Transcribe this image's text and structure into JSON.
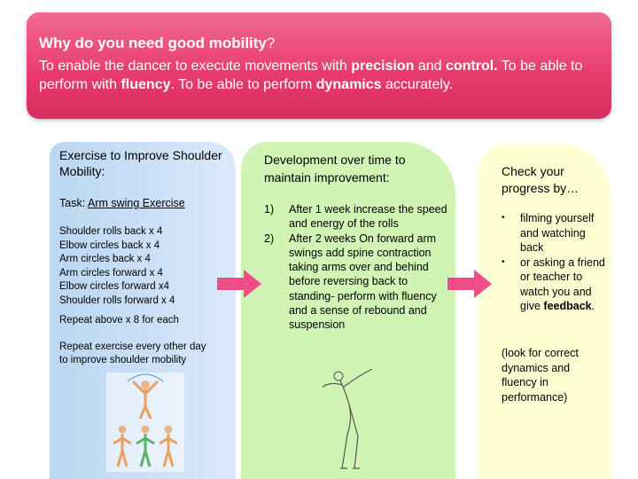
{
  "header": {
    "question_bold": "Why do you need good mobility",
    "question_mark": "?",
    "ans_1": "To enable the dancer to execute movements with ",
    "ans_precision": "precision",
    "ans_2": " and ",
    "ans_control": "control.",
    "ans_3": "  To be able to perform with ",
    "ans_fluency": "fluency",
    "ans_4": ".  To be able to perform ",
    "ans_dynamics": "dynamics",
    "ans_5": " accurately."
  },
  "exercise": {
    "title": "Exercise to Improve Shoulder Mobility:",
    "task_label": "Task: ",
    "task_name": "Arm swing Exercise",
    "items": [
      "Shoulder rolls back x 4",
      "Elbow circles back x 4",
      "Arm circles back x 4",
      "Arm circles forward x 4",
      "Elbow circles forward x4",
      "Shoulder rolls forward x 4"
    ],
    "repeat": "Repeat above x 8 for each",
    "repeat_every": "Repeat exercise every other day to improve shoulder mobility"
  },
  "development": {
    "title": "Development over time to maintain improvement:",
    "items": [
      {
        "num": "1)",
        "text": "After 1 week increase the speed and energy of the rolls"
      },
      {
        "num": "2)",
        "text": "After 2 weeks On forward arm swings add spine contraction taking arms over and behind before reversing back to standing- perform with fluency and a sense of rebound and suspension"
      }
    ]
  },
  "progress": {
    "title": "Check your progress by…",
    "bullet": "•",
    "item_1": "filming yourself and watching back",
    "item_2_a": "or asking a friend or teacher to watch you and give ",
    "item_2_b": "feedback",
    "item_2_c": ".",
    "note": "(look for correct dynamics and fluency in performance)"
  },
  "colors": {
    "header": "#e83a6c",
    "panel_blue": "#c7def6",
    "panel_green": "#cff4b4",
    "panel_yellow": "#ffffd3",
    "arrow": "#ef4f86"
  }
}
